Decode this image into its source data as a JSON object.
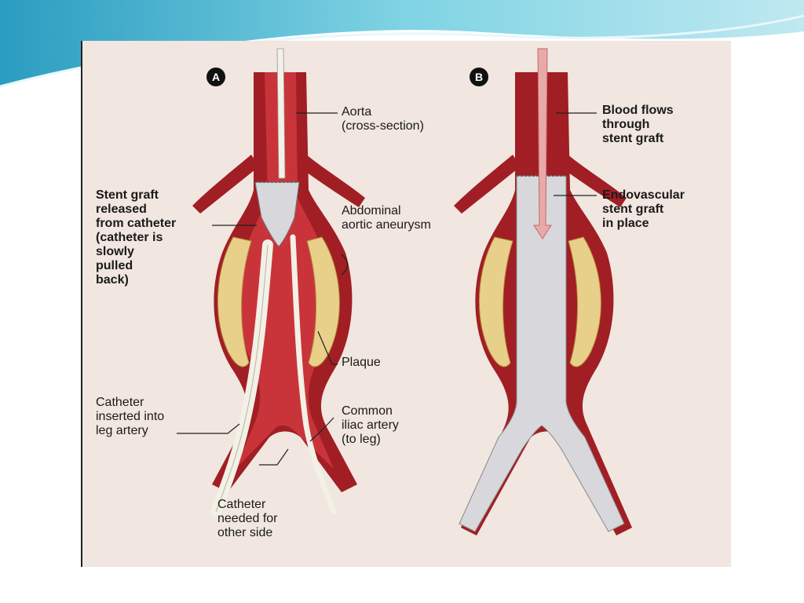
{
  "panels": {
    "a": {
      "badge": "A"
    },
    "b": {
      "badge": "B"
    }
  },
  "labels": {
    "aorta": "Aorta\n(cross-section)",
    "stent_released": "Stent graft\nreleased\nfrom catheter\n(catheter is\nslowly\npulled\nback)",
    "aneurysm": "Abdominal\naortic aneurysm",
    "plaque": "Plaque",
    "catheter_inserted": "Catheter\ninserted into\nleg artery",
    "common_iliac": "Common\niliac artery\n(to leg)",
    "catheter_needed": "Catheter\nneeded for\nother side",
    "blood_flows": "Blood flows\nthrough\nstent graft",
    "endovascular": "Endovascular\nstent graft\nin place"
  },
  "colors": {
    "background": "#f1e6e0",
    "artery_wall": "#a11e24",
    "artery_lumen": "#c9343a",
    "plaque": "#e8cf8a",
    "stent": "#d7d7dc",
    "catheter": "#f3f0e6",
    "header_teal": "#5fc3d8"
  }
}
